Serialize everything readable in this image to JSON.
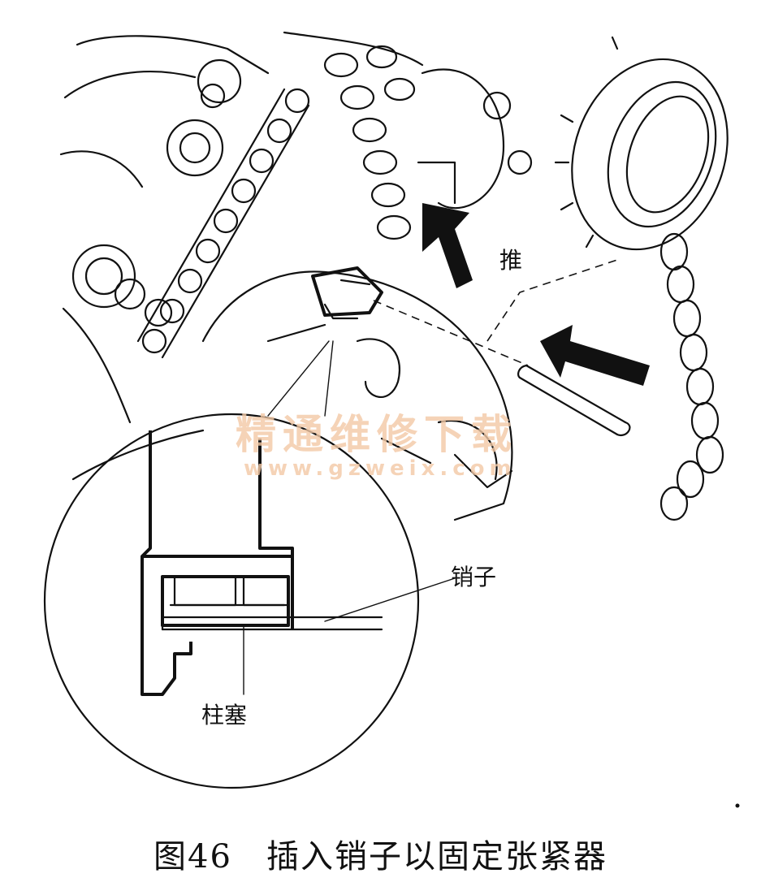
{
  "labels": {
    "push": "推",
    "pin": "销子",
    "plunger": "柱塞"
  },
  "watermark": {
    "line1": "精通维修下载",
    "line2": "www.gzweix.com"
  },
  "caption": "图46　插入销子以固定张紧器",
  "colors": {
    "ink": "#111111",
    "watermark": "#f3c9a6",
    "background": "#ffffff"
  }
}
